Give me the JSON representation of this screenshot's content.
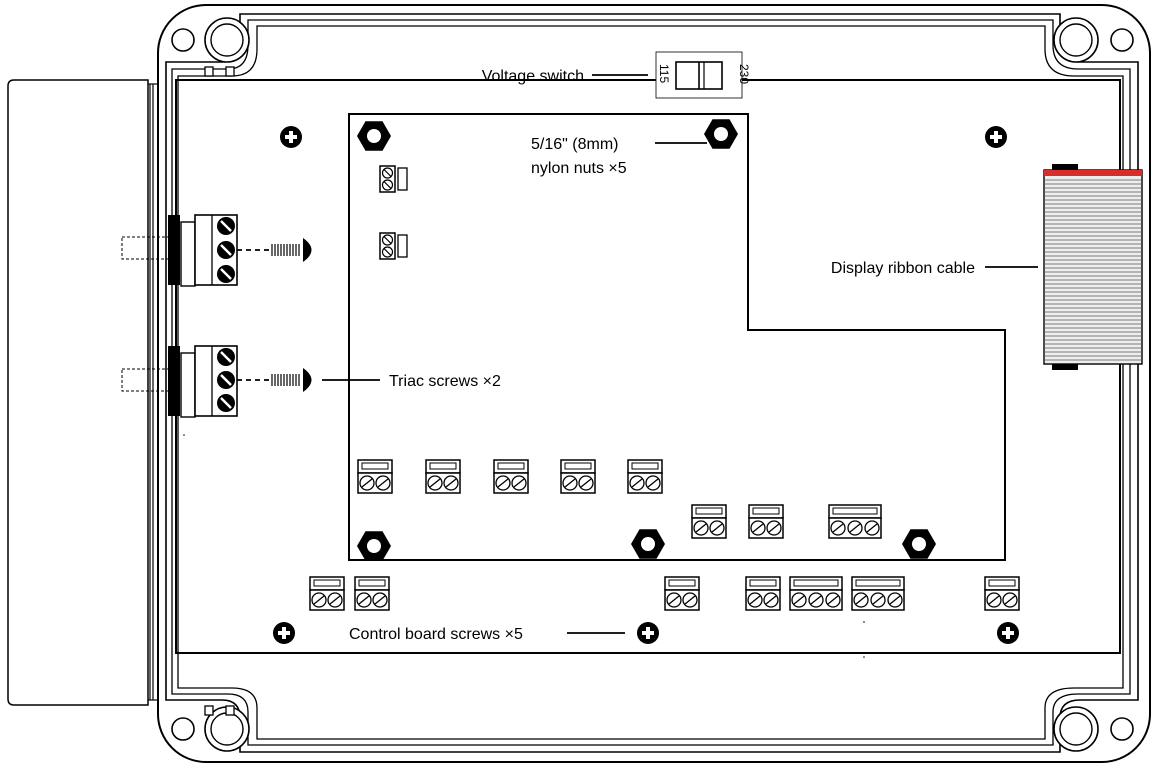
{
  "labels": {
    "voltage_switch": "Voltage switch",
    "nuts_line1": "5/16\" (8mm)",
    "nuts_line2": "nylon nuts ×5",
    "triac_screws": "Triac screws ×2",
    "ribbon_cable": "Display ribbon cable",
    "control_board_screws": "Control board screws ×5"
  },
  "voltage_switch_values": {
    "low": "115",
    "high": "230"
  },
  "colors": {
    "line": "#000000",
    "ribbon_stripe": "#d62d2d",
    "ribbon": "#eeeeee",
    "background": "#ffffff"
  },
  "icons": {
    "mount_screw": "plus-circle-icon",
    "nylon_nut": "hex-nut-icon",
    "terminal_block": "screw-terminal-icon"
  }
}
